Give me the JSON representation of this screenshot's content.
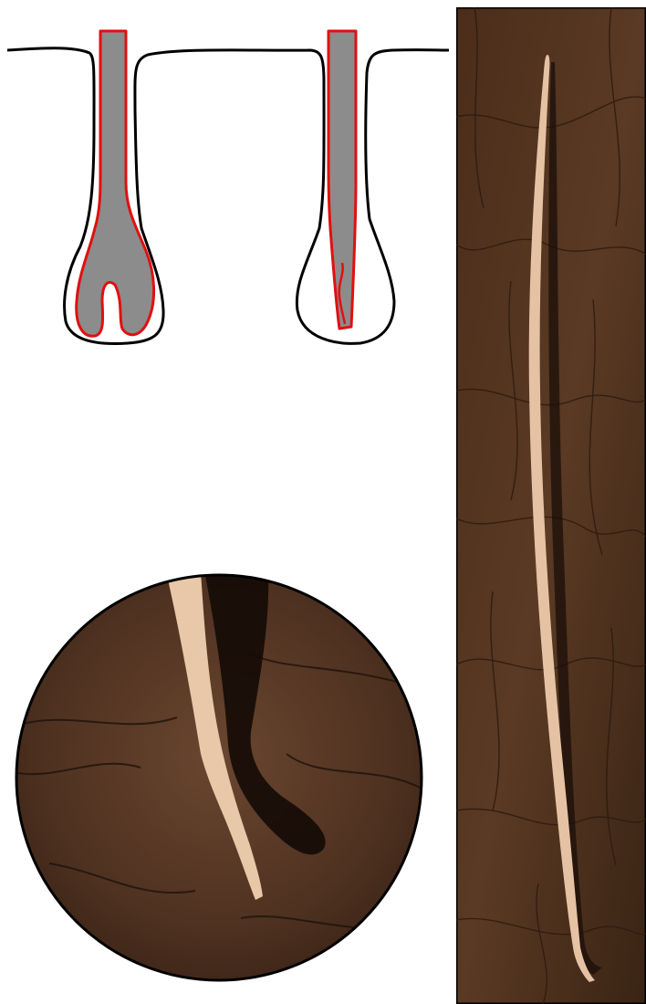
{
  "figure": {
    "panels": [
      {
        "id": "follicle-diagram",
        "kind": "schematic"
      },
      {
        "id": "hair-photo",
        "kind": "photograph"
      },
      {
        "id": "hair-tip-magnified",
        "kind": "photograph-inset"
      }
    ]
  },
  "colors": {
    "outline": "#000000",
    "hair_shaft": "#8c8c8c",
    "cuticle": "#e01010",
    "background": "#ffffff",
    "leaf_dark": "#2d1a0f",
    "leaf_mid": "#5a3a24",
    "hair_light": "#e6c2a4",
    "hair_shadow": "#1a0e08"
  }
}
